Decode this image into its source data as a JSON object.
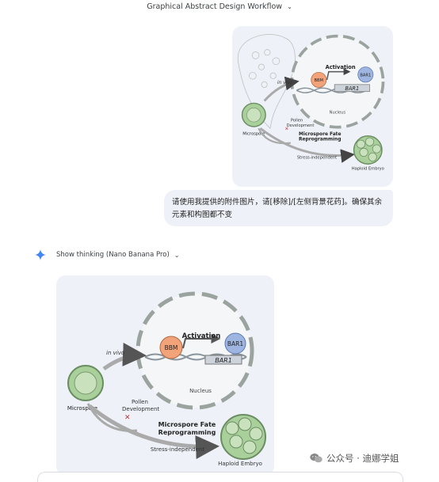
{
  "conversation": {
    "title": "Graphical Abstract Design Workflow",
    "user_message": "请使用我提供的附件图片，请[移除]/[左侧背景花药]。确保其余元素和构图都不变",
    "thinking_label": "Show thinking (Nano Banana Pro)"
  },
  "figure": {
    "in_vivo": "in vivo",
    "activation": "Activation",
    "bbm": "BBM",
    "bar1_protein": "BAR1",
    "bar1_gene": "BAR1",
    "nucleus": "Nucleus",
    "microspore": "Microspore",
    "pollen_line1": "Pollen",
    "pollen_line2": "Development",
    "fate_line1": "Microspore Fate",
    "fate_line2": "Reprogramming",
    "stress": "Stress-independent",
    "embryo": "Haploid Embryo"
  },
  "watermark": {
    "text": "公众号 · 迪娜学姐"
  },
  "colors": {
    "bbm": "#f2a37a",
    "bar1": "#9db5e0",
    "microspore": "#a9cf9b",
    "card_bg": "#eef2f8",
    "gemini_spark": "#4285f4"
  },
  "icons": [
    "chevron-down-icon",
    "gemini-spark-icon",
    "wechat-icon",
    "cross-mark-icon"
  ]
}
